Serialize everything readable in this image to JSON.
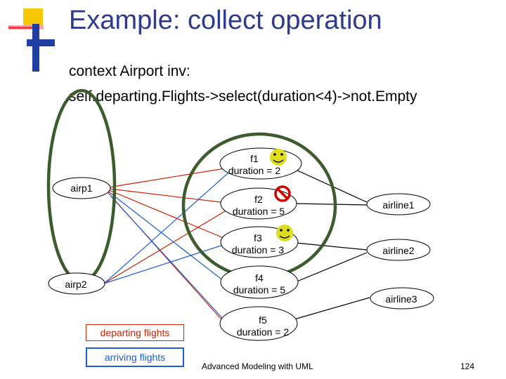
{
  "title": "Example: collect operation",
  "ocl": {
    "line1": "context Airport inv:",
    "line2": "self.departing.Flights->select(duration<4)->not.Empty"
  },
  "airports": [
    {
      "name": "airp1"
    },
    {
      "name": "airp2"
    }
  ],
  "flights": [
    {
      "name": "f1",
      "duration_text": "duration = 2",
      "duration": 2,
      "mark": "smiley-icon"
    },
    {
      "name": "f2",
      "duration_text": "duration = 5",
      "duration": 5,
      "mark": "prohibited-icon"
    },
    {
      "name": "f3",
      "duration_text": "duration = 3",
      "duration": 3,
      "mark": "smiley-icon"
    },
    {
      "name": "f4",
      "duration_text": "duration = 5",
      "duration": 5,
      "mark": ""
    },
    {
      "name": "f5",
      "duration_text": "duration = 2",
      "duration": 2,
      "mark": ""
    }
  ],
  "airlines": [
    {
      "name": "airline1"
    },
    {
      "name": "airline2"
    },
    {
      "name": "airline3"
    }
  ],
  "legend": {
    "departing": "departing flights",
    "arriving": "arriving flights",
    "departing_color": "#cc2200",
    "arriving_color": "#1e5bd6"
  },
  "colors": {
    "title": "#2e3a8c",
    "highlight_ring": "#3d5c2e",
    "object_border": "#000000",
    "prohibited": "#cc0000",
    "smiley": "#dede1e",
    "logo_yellow": "#f5c800",
    "logo_blue": "#1e3fa0",
    "logo_red": "#e8404a"
  },
  "footer": {
    "text": "Advanced Modeling with UML",
    "page": "124"
  }
}
